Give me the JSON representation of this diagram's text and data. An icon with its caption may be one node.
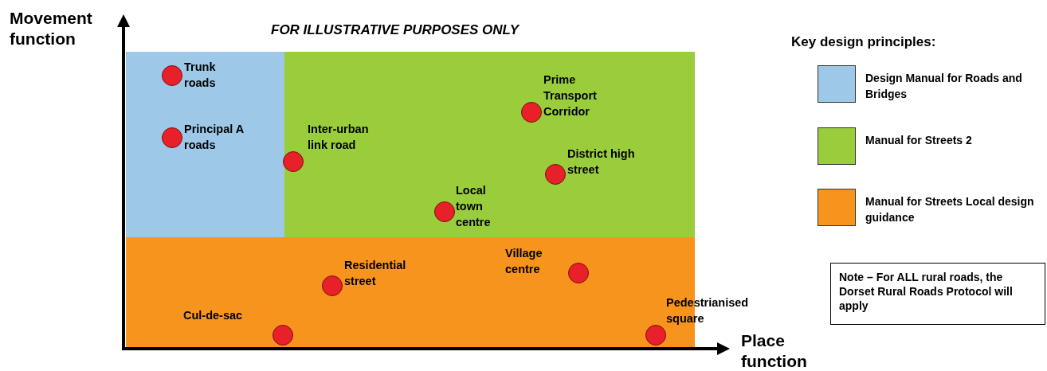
{
  "diagram": {
    "title": "FOR ILLUSTRATIVE PURPOSES ONLY",
    "nodes": [
      {
        "text": [],
        "shape": "box"
      },
      {
        "text": [],
        "shape": "box"
      },
      {
        "text": [],
        "shape": "box"
      },
      {
        "text": [
          "Trunk roads"
        ],
        "in": 0
      },
      {
        "text": [
          "Principal A roads"
        ],
        "in": 0
      },
      {
        "text": [
          "Inter-urban link road"
        ],
        "in": 1
      },
      {
        "text": [
          "Prime Transport Corridor"
        ],
        "in": 1
      },
      {
        "text": [
          "District high street"
        ],
        "in": 1
      },
      {
        "text": [
          "Local town centre"
        ],
        "in": 1
      },
      {
        "text": [
          "Village centre"
        ],
        "in": 2
      },
      {
        "text": [
          "Residential street"
        ],
        "in": 2
      },
      {
        "text": [
          "Cul-de-sac"
        ],
        "in": 2
      },
      {
        "text": [
          "Pedestrianised square"
        ],
        "in": 2
      },
      {
        "text": [
          "Note – For ALL rural roads, the Dorset Rural Roads Protocol will apply"
        ]
      }
    ],
    "labels": [
      "Movement function",
      "Place function",
      "Key design principles:"
    ],
    "legend": [
      {
        "text": "Design Manual for Roads and Bridges",
        "color": "#9dc8e8"
      },
      {
        "text": "Manual for Streets 2",
        "color": "#9acd3c"
      },
      {
        "text": "Manual for Streets Local design guidance",
        "color": "#f7941d"
      }
    ]
  }
}
